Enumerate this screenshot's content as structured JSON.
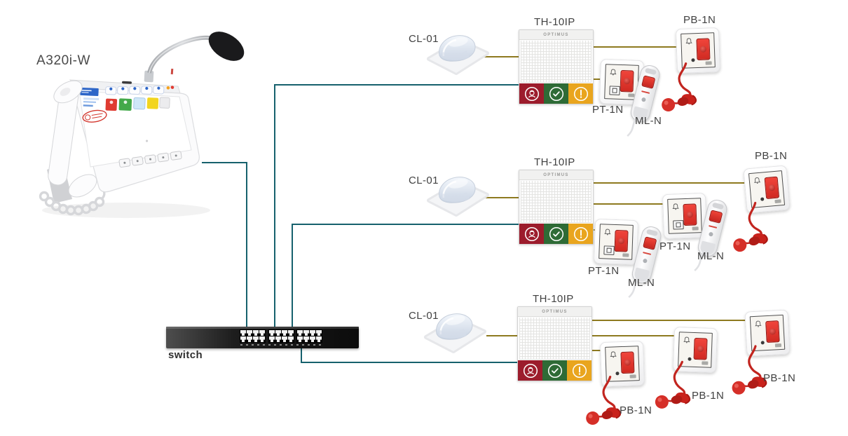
{
  "labels": {
    "master_station": "A320i-W",
    "switch": "switch",
    "lamp": "CL-01",
    "terminal": "TH-10IP",
    "brand": "OPTIMUS",
    "socket": "PT-1N",
    "pendant": "ML-N",
    "pull_button": "PB-1N"
  },
  "colors": {
    "network_cable": "#16616d",
    "peripheral_cable": "#8e7a1f",
    "nurse_button_red": "#9c1c2c",
    "confirm_button_green": "#2e6b36",
    "alert_button_amber": "#e9a51e"
  },
  "topology": {
    "switch_connections": [
      "A320i-W master station",
      "TH-10IP room 1",
      "TH-10IP room 2",
      "TH-10IP room 3"
    ],
    "branches": [
      {
        "terminal": "TH-10IP",
        "lamp": "CL-01",
        "peripherals": [
          "PT-1N",
          "ML-N",
          "PB-1N"
        ]
      },
      {
        "terminal": "TH-10IP",
        "lamp": "CL-01",
        "peripherals": [
          "PT-1N",
          "ML-N",
          "PT-1N",
          "ML-N",
          "PB-1N"
        ]
      },
      {
        "terminal": "TH-10IP",
        "lamp": "CL-01",
        "peripherals": [
          "PB-1N",
          "PB-1N",
          "PB-1N"
        ]
      }
    ]
  }
}
